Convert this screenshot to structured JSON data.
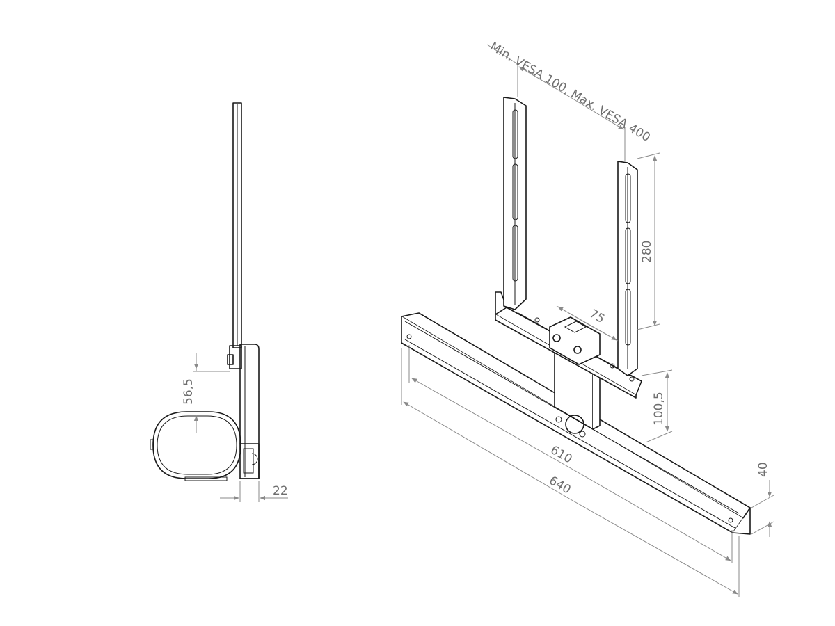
{
  "dimensions": {
    "vesa_note": "Min. VESA 100, Max. VESA 400",
    "height_280": "280",
    "width_75": "75",
    "drop_100_5": "100,5",
    "length_610": "610",
    "length_640": "640",
    "profile_40": "40",
    "offset_56_5": "56,5",
    "depth_22": "22"
  },
  "colors": {
    "line": "#1a1a1a",
    "dimension": "#8a8a8a",
    "dimension_text": "#6e6e6e"
  }
}
